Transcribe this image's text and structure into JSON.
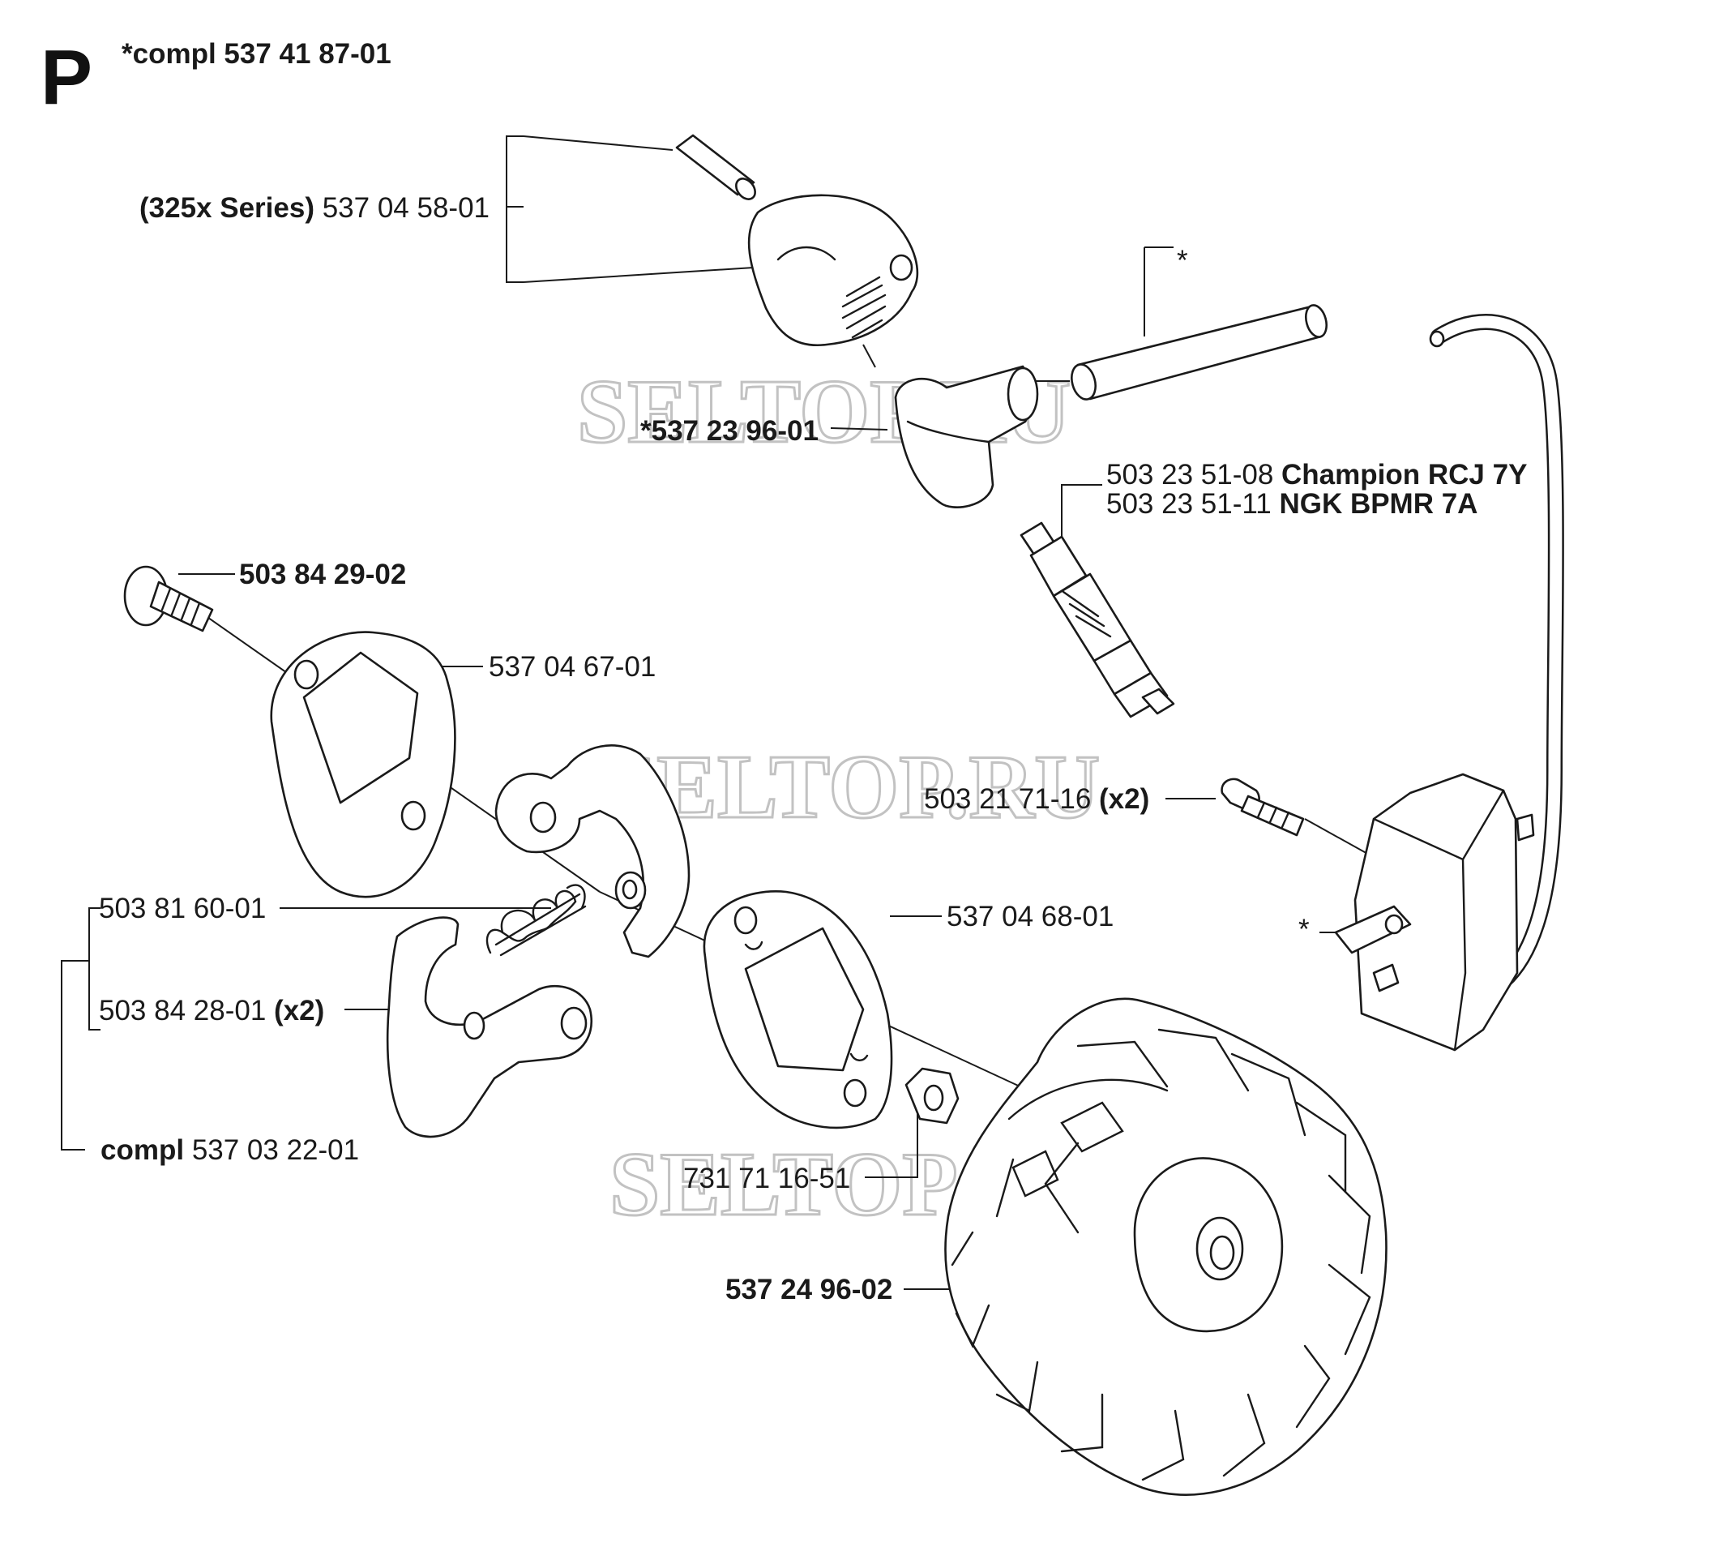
{
  "section_letter": "P",
  "assembly_note": "*compl 537 41 87-01",
  "watermark": "SELTOP.RU",
  "callouts": {
    "boot_part": {
      "prefix": "(325x Series)",
      "number": "537 04 58-01"
    },
    "cap_part": {
      "number": "*537 23 96-01"
    },
    "tube_part": {
      "marker": "*"
    },
    "spark_plug_1": {
      "number": "503 23 51-08",
      "name": "Champion RCJ 7Y"
    },
    "spark_plug_2": {
      "number": "503 23 51-11",
      "name": "NGK BPMR 7A"
    },
    "screw_top": {
      "number": "503 84 29-02"
    },
    "plate_rear": {
      "number": "537 04 67-01"
    },
    "ignition_screw": {
      "number": "503 21 71-16",
      "qty": "(x2)"
    },
    "spring": {
      "number": "503 81 60-01"
    },
    "plate_front": {
      "number": "537 04 68-01"
    },
    "pawl": {
      "number": "503 84 28-01",
      "qty": "(x2)"
    },
    "ignition_marker": {
      "marker": "*"
    },
    "pawl_kit": {
      "prefix": "compl",
      "number": "537 03 22-01"
    },
    "washer": {
      "number": "731 71 16-51"
    },
    "flywheel": {
      "number": "537 24 96-02"
    }
  }
}
